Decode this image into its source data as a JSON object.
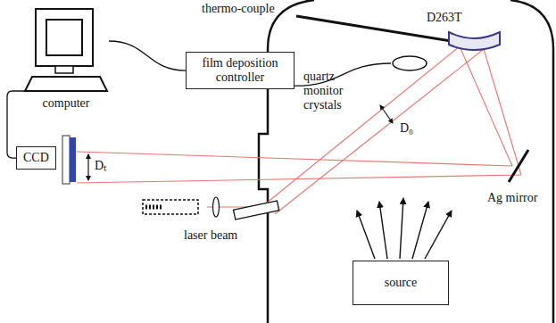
{
  "diagram": {
    "nodes": [
      {
        "text": [
          "computer"
        ]
      },
      {
        "text": [
          "film deposition controller"
        ]
      },
      {
        "text": [
          "quartz monitor crystals"
        ]
      },
      {
        "text": [
          "CCD"
        ]
      },
      {
        "text": [
          "source"
        ]
      }
    ],
    "edges": [
      {
        "from": 0,
        "to": 1,
        "arrow": "none"
      },
      {
        "from": 1,
        "to": 2,
        "arrow": "none"
      },
      {
        "from": 0,
        "to": 3,
        "arrow": "none"
      }
    ],
    "labels": [
      "thermo-couple",
      "D263T",
      "D₀",
      "Dₜ",
      "laser beam",
      "Ag mirror"
    ]
  }
}
